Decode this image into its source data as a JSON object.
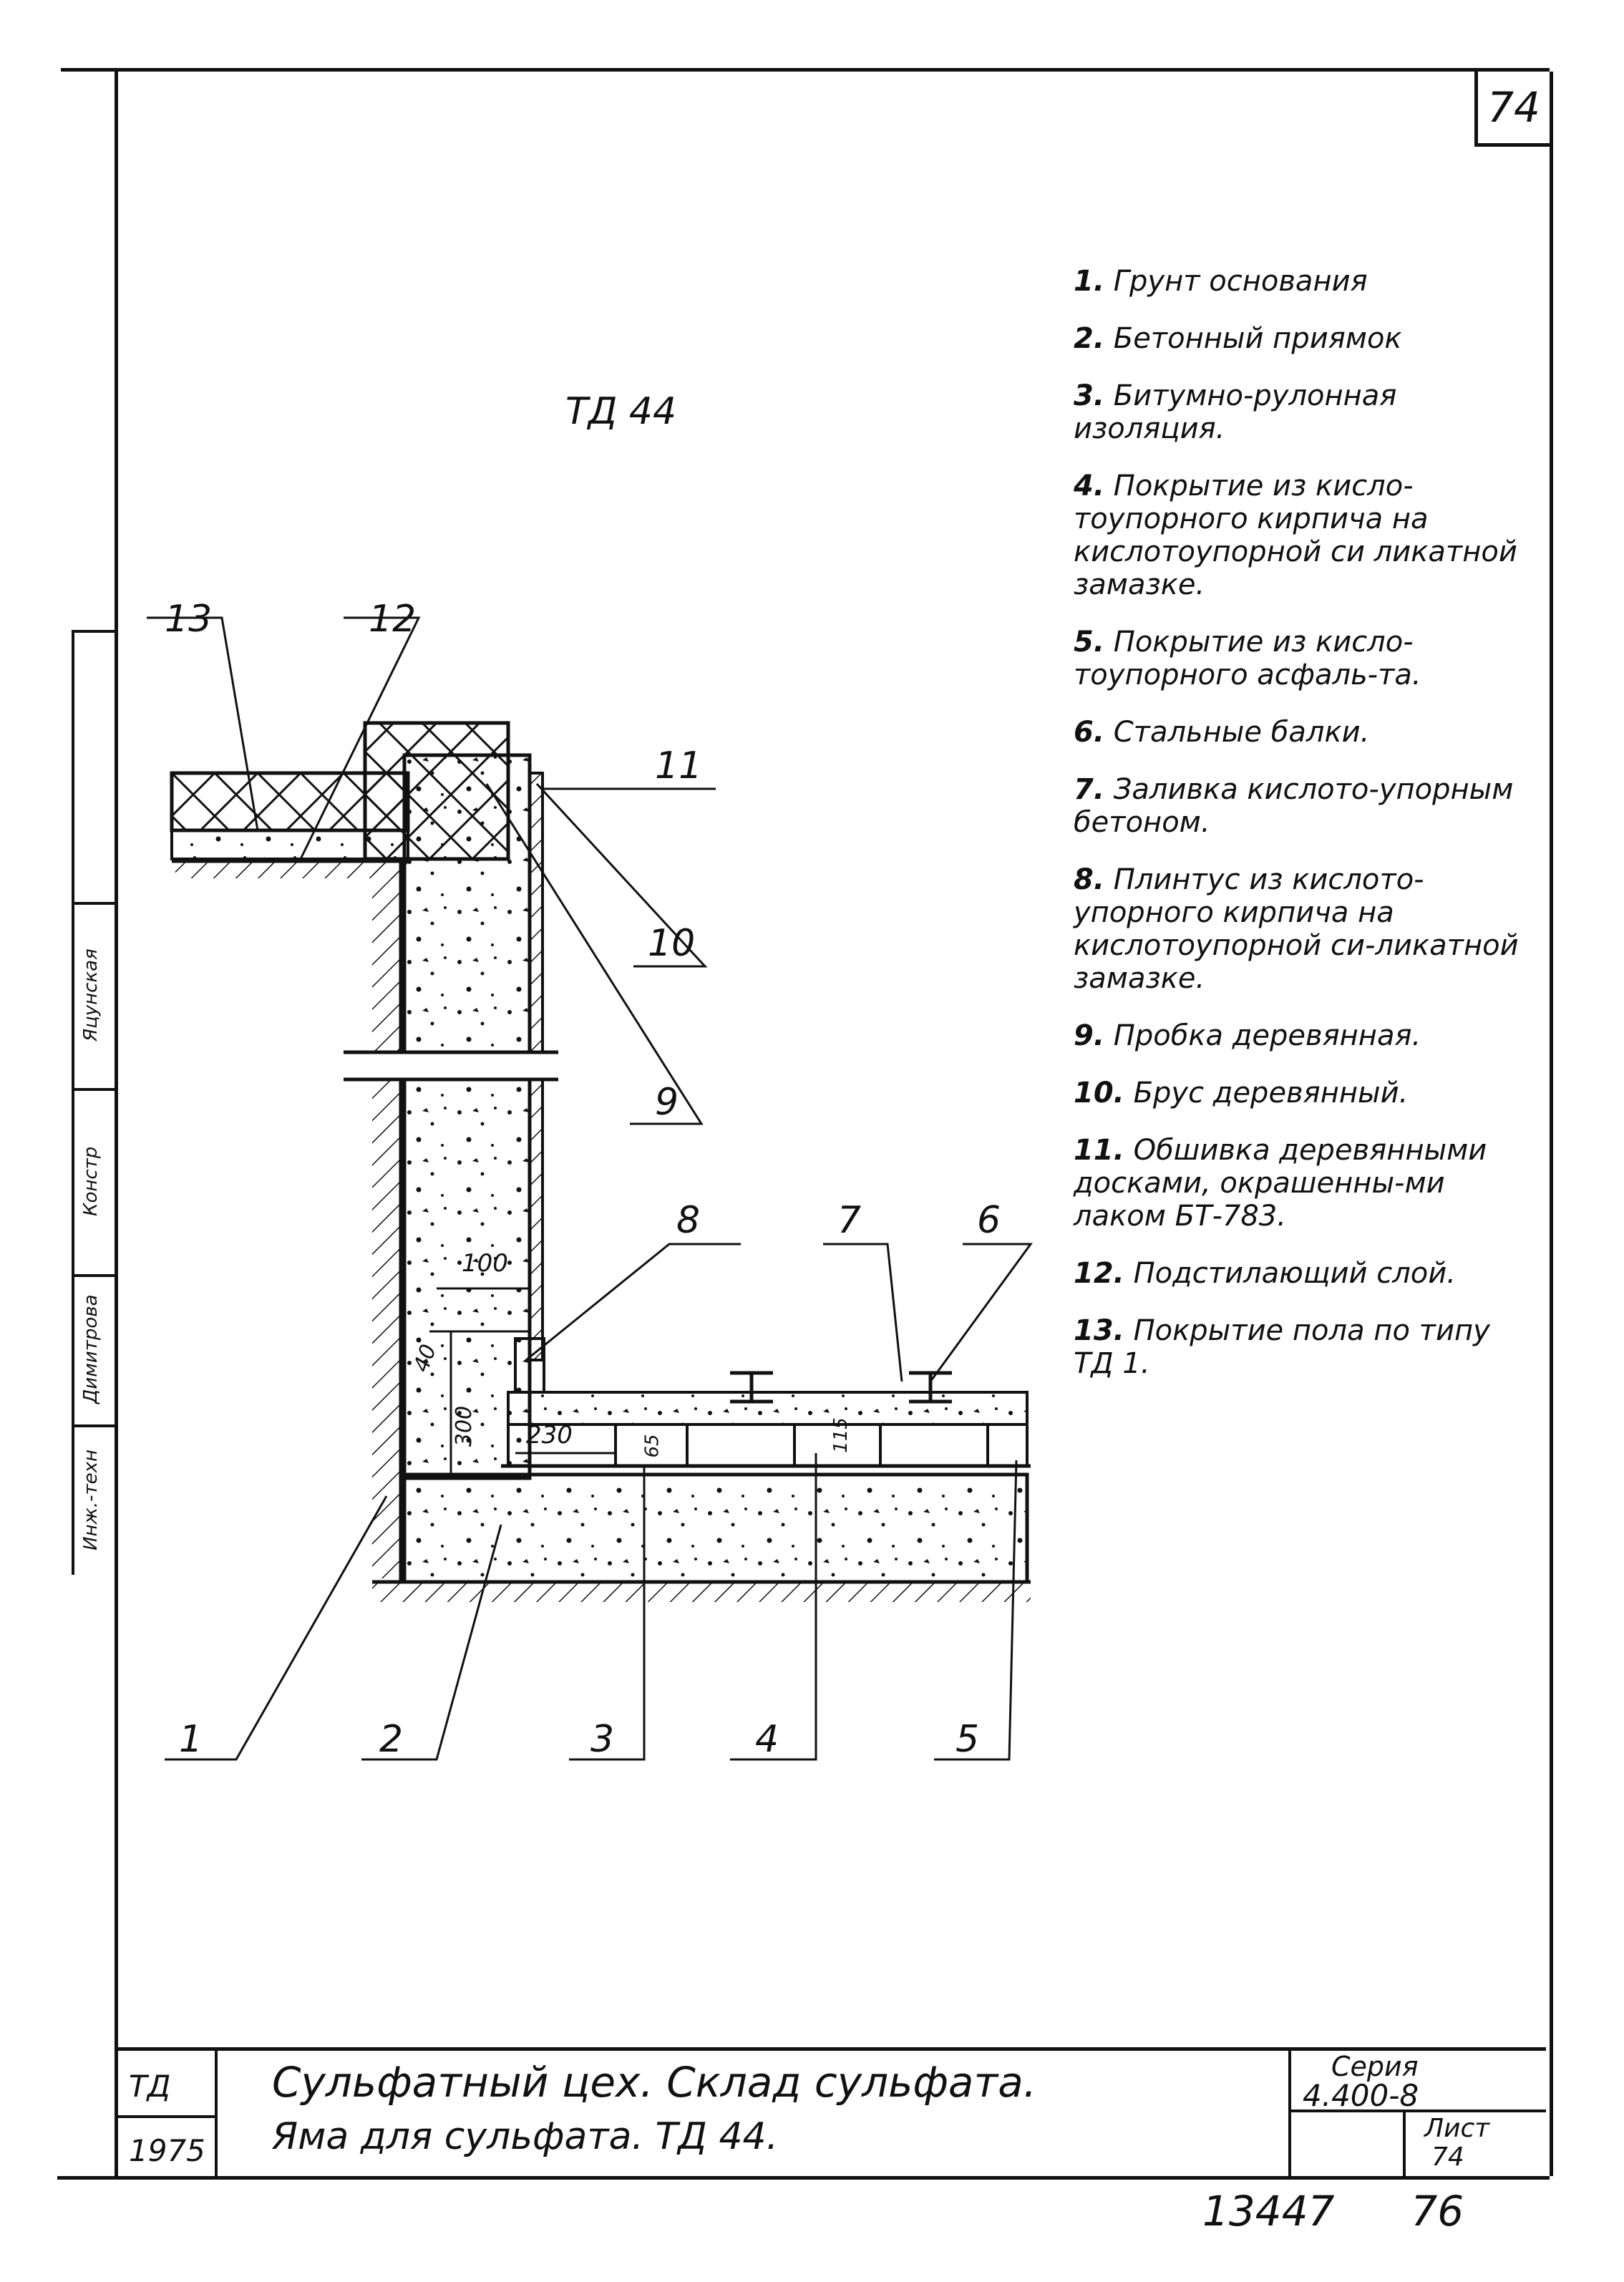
{
  "sheet_number": "74",
  "drawing_code": "ТД 44",
  "legend": [
    {
      "num": "1.",
      "text": "Грунт основания"
    },
    {
      "num": "2.",
      "text": "Бетонный приямок"
    },
    {
      "num": "3.",
      "text": "Битумно-рулонная изоляция."
    },
    {
      "num": "4.",
      "text": "Покрытие из кисло-тоупорного кирпича на кислотоупорной си ликатной замазке."
    },
    {
      "num": "5.",
      "text": "Покрытие из кисло-тоупорного асфаль-та."
    },
    {
      "num": "6.",
      "text": "Стальные балки."
    },
    {
      "num": "7.",
      "text": "Заливка кислото-упорным бетоном."
    },
    {
      "num": "8.",
      "text": "Плинтус из кислото-упорного кирпича на кислотоупорной си-ликатной замазке."
    },
    {
      "num": "9.",
      "text": "Пробка деревянная."
    },
    {
      "num": "10.",
      "text": "Брус деревянный."
    },
    {
      "num": "11.",
      "text": "Обшивка деревянными досками, окрашенны-ми лаком БТ-783."
    },
    {
      "num": "12.",
      "text": "Подстилающий слой."
    },
    {
      "num": "13.",
      "text": "Покрытие пола по типу ТД 1."
    }
  ],
  "callouts": {
    "c1": "1",
    "c2": "2",
    "c3": "3",
    "c4": "4",
    "c5": "5",
    "c6": "6",
    "c7": "7",
    "c8": "8",
    "c9": "9",
    "c10": "10",
    "c11": "11",
    "c12": "12",
    "c13": "13"
  },
  "dimensions": {
    "d100": "100",
    "d40": "40",
    "d300": "300",
    "d230": "230",
    "d65": "65",
    "d115": "115"
  },
  "title_block": {
    "code": "ТД",
    "year": "1975",
    "title_line1": "Сульфатный цех. Склад сульфата.",
    "title_line2": "Яма для сульфата. ТД 44.",
    "series_label": "Серия",
    "series_value": "4.400-8",
    "sheet_label": "Лист",
    "sheet_value": "74"
  },
  "stamp": {
    "role1": "Инж.-техн",
    "name1": "Димитрова",
    "role2": "Констр",
    "name2": "Яцунская"
  },
  "footer": {
    "doc_number": "13447",
    "page_number": "76"
  }
}
